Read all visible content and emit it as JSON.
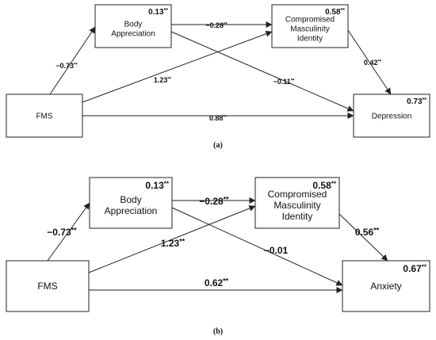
{
  "panels": [
    {
      "label": "(a)",
      "nodes": {
        "body": {
          "lines": [
            "Body",
            "Appreciation"
          ],
          "r2": "0.13",
          "r2_sig": "**"
        },
        "comp": {
          "lines": [
            "Compromised",
            "Masculinity",
            "Identity"
          ],
          "r2": "0.58",
          "r2_sig": "**"
        },
        "fms": {
          "lines": [
            "FMS"
          ],
          "r2": "",
          "r2_sig": ""
        },
        "out": {
          "lines": [
            "Depression"
          ],
          "r2": "0.73",
          "r2_sig": "**"
        }
      },
      "paths": {
        "fms_body": {
          "value": "−0.73",
          "sig": "**"
        },
        "body_comp": {
          "value": "−0.28",
          "sig": "**"
        },
        "comp_out": {
          "value": "0.42",
          "sig": "**"
        },
        "body_out": {
          "value": "−0.11",
          "sig": "**"
        },
        "fms_comp": {
          "value": "1.23",
          "sig": "**"
        },
        "fms_out": {
          "value": "0.88",
          "sig": "**"
        }
      }
    },
    {
      "label": "(b)",
      "nodes": {
        "body": {
          "lines": [
            "Body",
            "Appreciation"
          ],
          "r2": "0.13",
          "r2_sig": "**"
        },
        "comp": {
          "lines": [
            "Compromised",
            "Masculinity",
            "Identity"
          ],
          "r2": "0.58",
          "r2_sig": "**"
        },
        "fms": {
          "lines": [
            "FMS"
          ],
          "r2": "",
          "r2_sig": ""
        },
        "out": {
          "lines": [
            "Anxiety"
          ],
          "r2": "0.67",
          "r2_sig": "**"
        }
      },
      "paths": {
        "fms_body": {
          "value": "−0.73",
          "sig": "**"
        },
        "body_comp": {
          "value": "−0.28",
          "sig": "**"
        },
        "comp_out": {
          "value": "0.56",
          "sig": "**"
        },
        "body_out": {
          "value": "−0.01",
          "sig": ""
        },
        "fms_comp": {
          "value": "1.23",
          "sig": "**"
        },
        "fms_out": {
          "value": "0.62",
          "sig": "**"
        }
      }
    }
  ]
}
